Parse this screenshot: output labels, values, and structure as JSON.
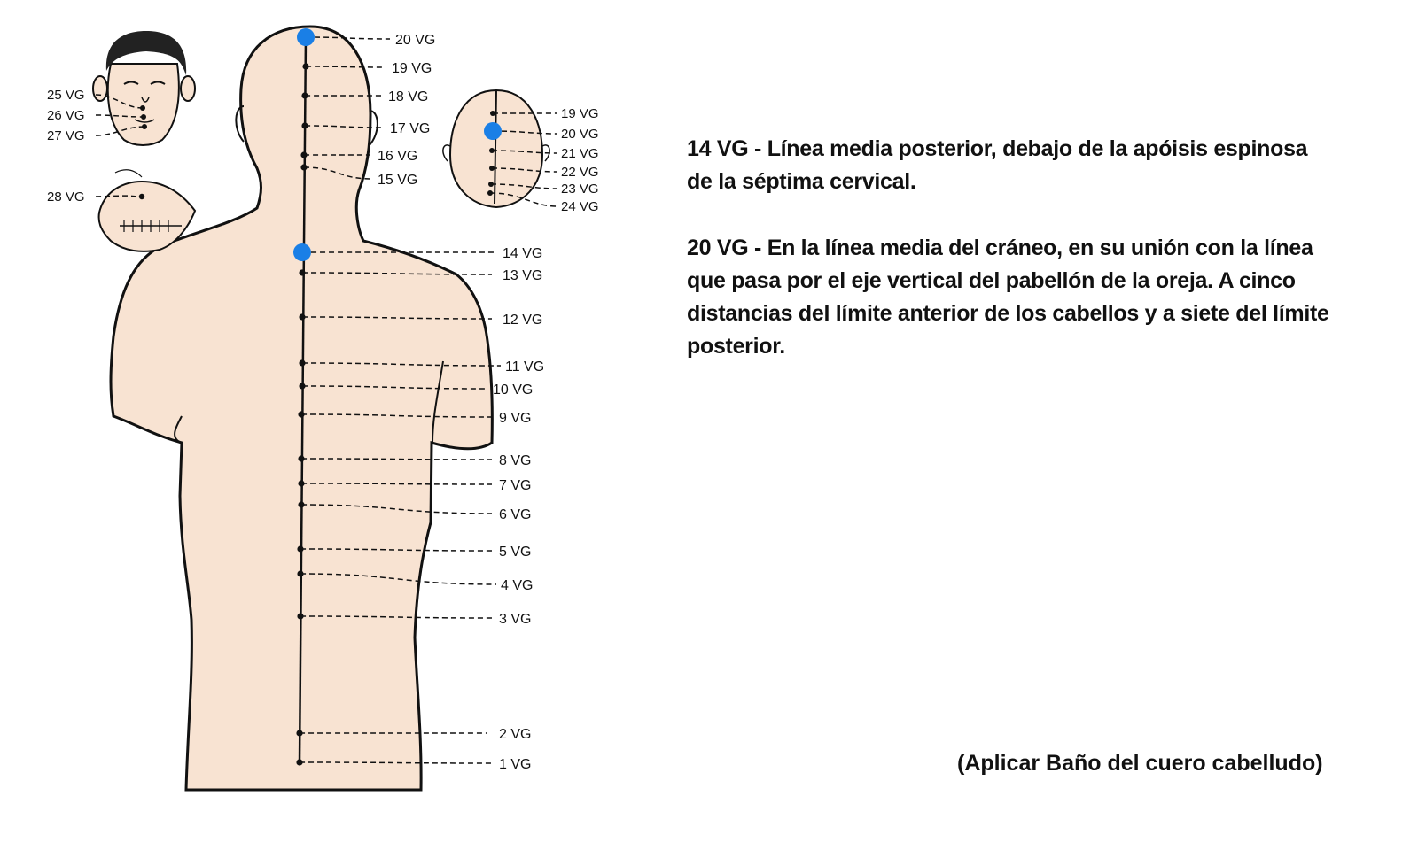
{
  "diagram": {
    "back_points": [
      "20 VG",
      "19 VG",
      "18 VG",
      "17 VG",
      "16 VG",
      "15 VG",
      "14 VG",
      "13 VG",
      "12 VG",
      "11 VG",
      "10 VG",
      "9 VG",
      "8 VG",
      "7 VG",
      "6 VG",
      "5 VG",
      "4 VG",
      "3 VG",
      "2 VG",
      "1 VG"
    ],
    "head_points": [
      "19 VG",
      "20 VG",
      "21 VG",
      "22 VG",
      "23 VG",
      "24 VG"
    ],
    "face_points": [
      "25 VG",
      "26 VG",
      "27 VG"
    ],
    "mouth_point": "28 VG",
    "highlighted": [
      "14 VG",
      "20 VG"
    ],
    "highlight_color": "#1a7fe6"
  },
  "descriptions": [
    {
      "lines": [
        "14 VG - Línea media posterior, debajo de la apóisis espinosa",
        "de la séptima cervical."
      ]
    },
    {
      "lines": [
        "20 VG - En la línea media del cráneo, en su unión con la línea",
        "que pasa por el eje vertical del pabellón de la oreja. A cinco",
        "distancias del límite anterior de los cabellos y a siete del límite",
        "posterior."
      ]
    }
  ],
  "note": "(Aplicar Baño del cuero cabelludo)"
}
